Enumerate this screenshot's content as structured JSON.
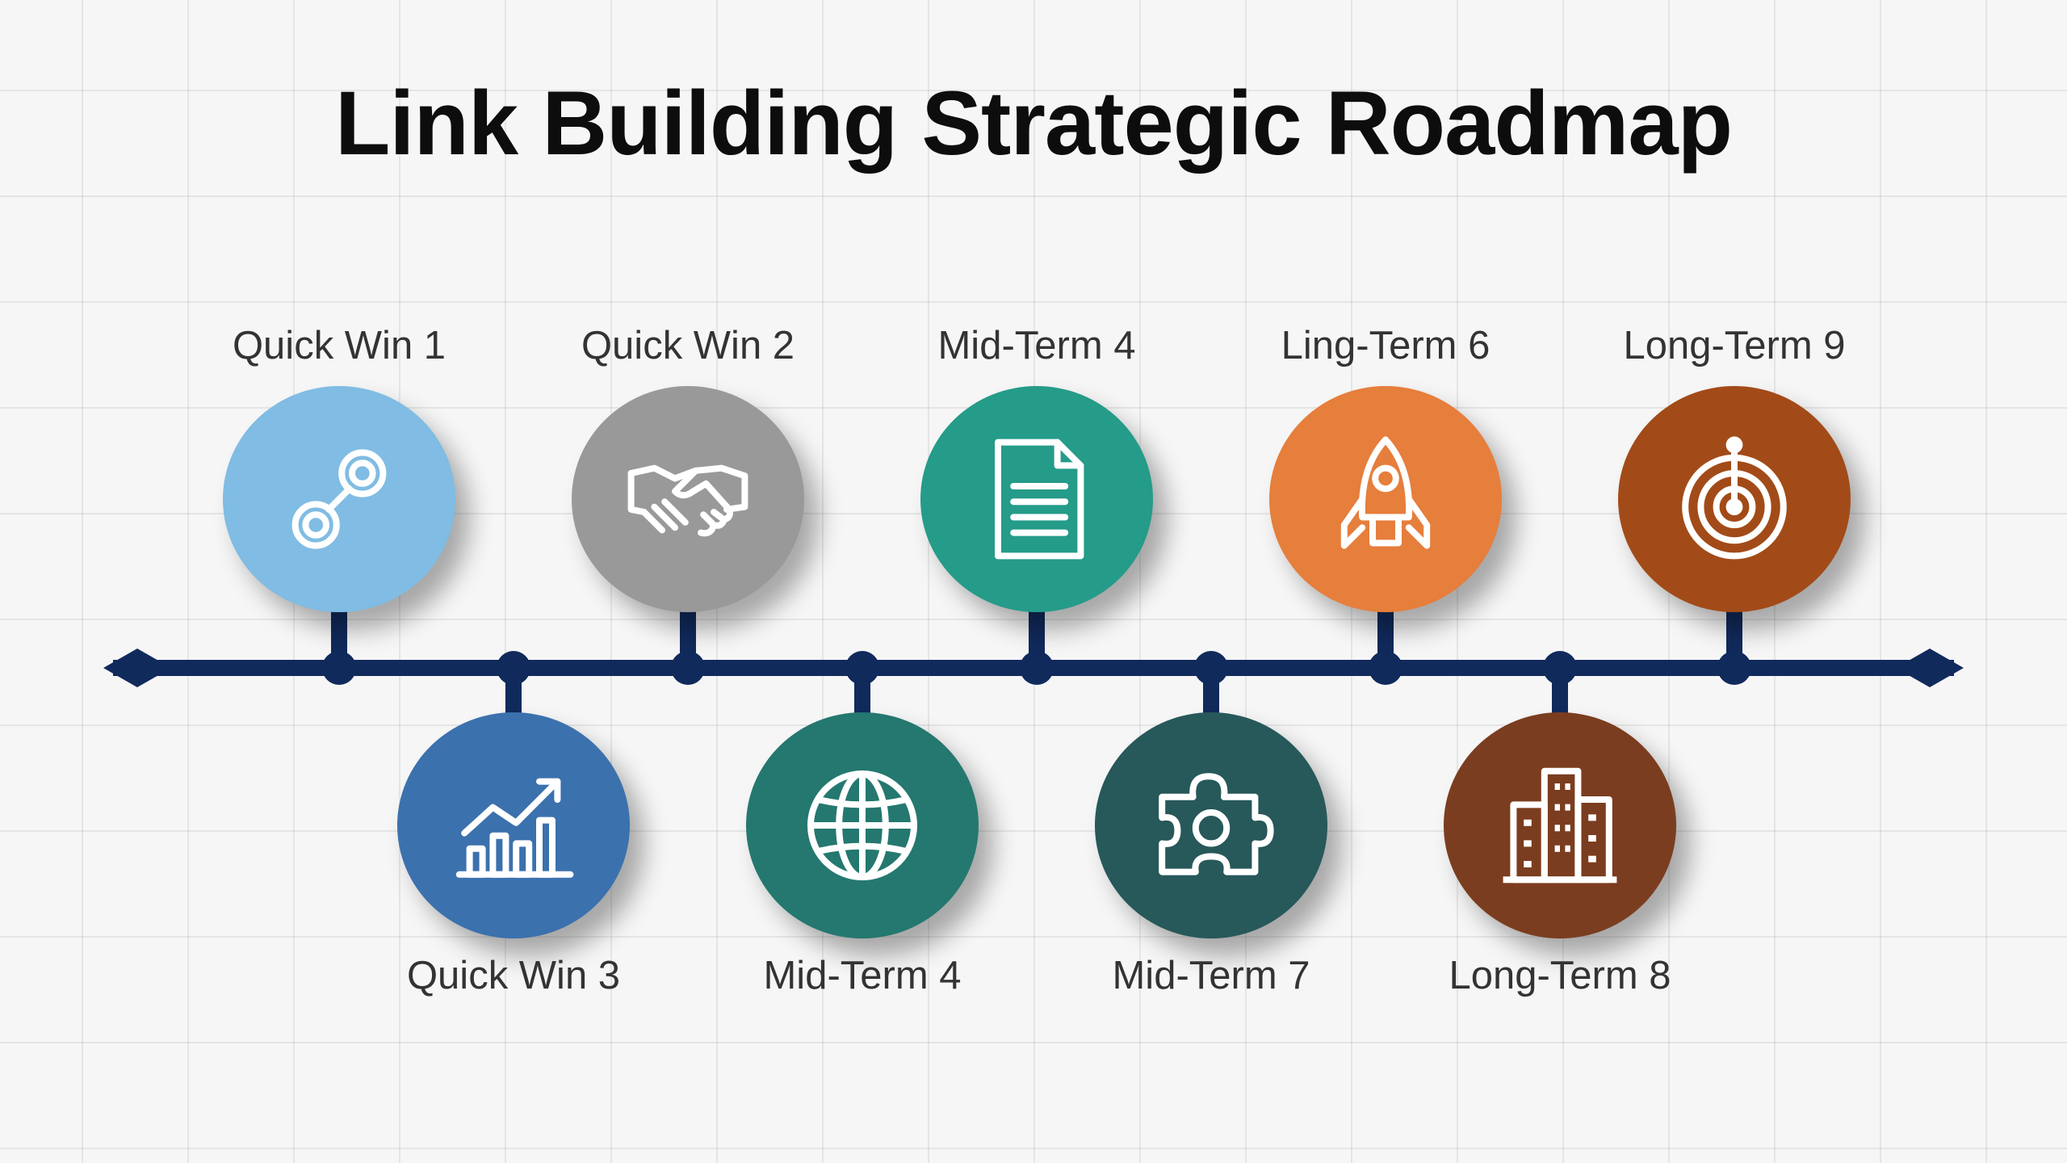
{
  "title": "Link Building Strategic Roadmap",
  "colors": {
    "timeline": "#112a5c",
    "title": "#0d0d0d",
    "label": "#333333"
  },
  "milestones": [
    {
      "label": "Quick Win 1",
      "icon": "link-chain-icon",
      "color": "#80bce3",
      "position": "above"
    },
    {
      "label": "Quick Win 3",
      "icon": "growth-chart-icon",
      "color": "#3b71ad",
      "position": "below"
    },
    {
      "label": "Quick Win 2",
      "icon": "handshake-icon",
      "color": "#999999",
      "position": "above"
    },
    {
      "label": "Mid-Term 4",
      "icon": "globe-icon",
      "color": "#24786f",
      "position": "below"
    },
    {
      "label": "Mid-Term 4",
      "icon": "document-icon",
      "color": "#259b89",
      "position": "above"
    },
    {
      "label": "Mid-Term 7",
      "icon": "puzzle-gear-icon",
      "color": "#27585a",
      "position": "below"
    },
    {
      "label": "Ling-Term 6",
      "icon": "rocket-icon",
      "color": "#e67e3c",
      "position": "above"
    },
    {
      "label": "Long-Term 8",
      "icon": "buildings-icon",
      "color": "#7b3d1f",
      "position": "below"
    },
    {
      "label": "Long-Term 9",
      "icon": "target-icon",
      "color": "#a24b18",
      "position": "above"
    }
  ]
}
